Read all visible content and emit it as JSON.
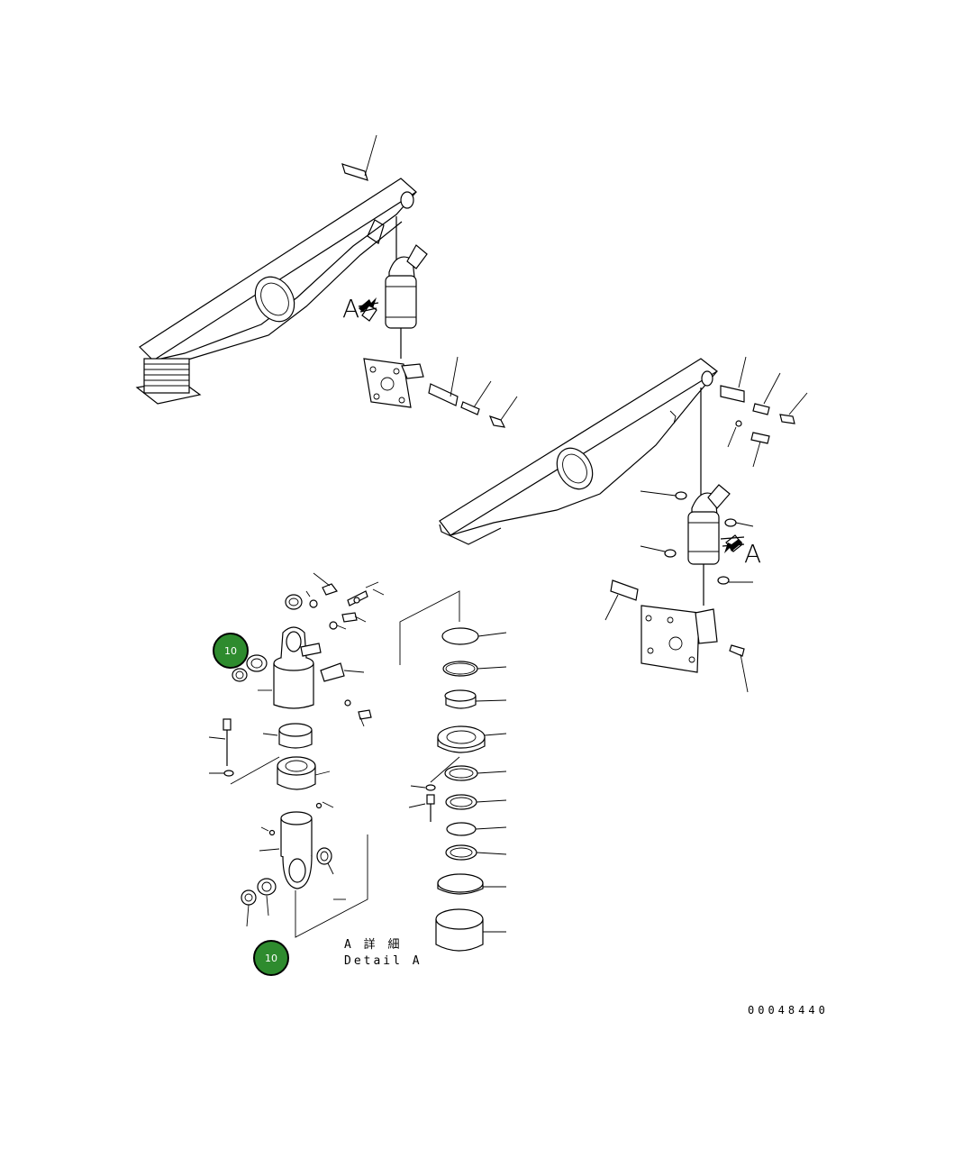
{
  "view_labels": {
    "left": "A",
    "right": "A"
  },
  "detail_title": {
    "line1": "A 詳 細",
    "line2": "Detail A"
  },
  "drawing_number": "00048440",
  "callouts": [
    {
      "label": "10"
    },
    {
      "label": "10"
    }
  ],
  "colors": {
    "callout_fill": "#2e8b2e",
    "line": "#000000",
    "background": "#ffffff"
  }
}
